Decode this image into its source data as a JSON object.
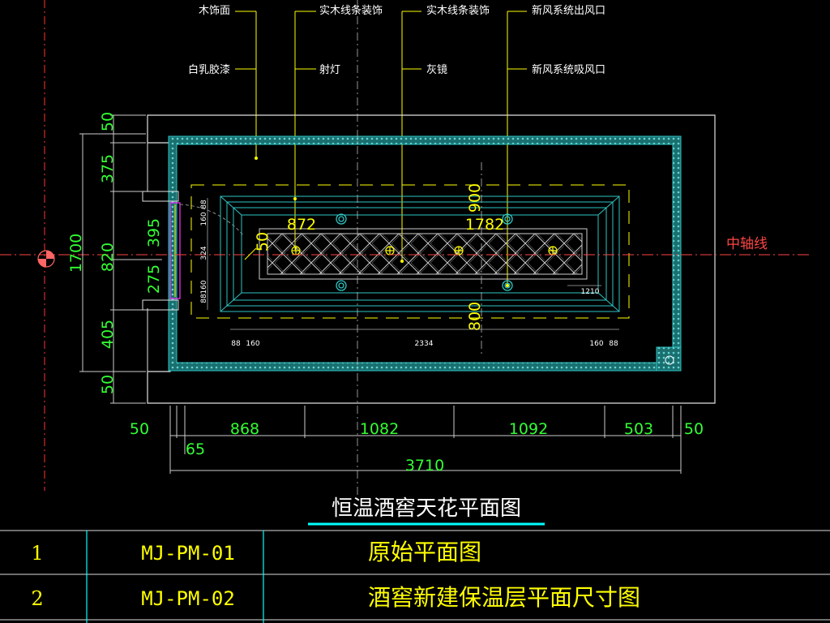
{
  "drawing": {
    "title": "恒温酒窖天花平面图",
    "axis_label": "中轴线",
    "callouts_top": [
      "木饰面",
      "实木线条装饰",
      "实木线条装饰",
      "新风系统出风口"
    ],
    "callouts_second": [
      "白乳胶漆",
      "射灯",
      "灰镜",
      "新风系统吸风口"
    ],
    "dims_left": [
      "50",
      "375",
      "395",
      "275",
      "405",
      "50"
    ],
    "dim_left_total": "1700",
    "dim_left_middle": "820",
    "dims_bottom": [
      "50",
      "868",
      "1082",
      "1092",
      "503",
      "50"
    ],
    "dim_bottom_small": "65",
    "dim_bottom_total": "3710",
    "dims_inner_yellow": [
      "872",
      "1782",
      "900",
      "800",
      "50"
    ],
    "dims_inner_white": [
      "88",
      "160",
      "2334",
      "160",
      "88",
      "1210",
      "324",
      "160",
      "88",
      "160",
      "88"
    ]
  },
  "table": {
    "rows": [
      {
        "no": "1",
        "code": "MJ-PM-01",
        "name": "原始平面图"
      },
      {
        "no": "2",
        "code": "MJ-PM-02",
        "name": "酒窖新建保温层平面尺寸图"
      }
    ]
  },
  "colors": {
    "background": "#000000",
    "dimension_green": "#33ff33",
    "leader_yellow": "#ffff00",
    "wall_cyan": "#2ec4c4",
    "axis_red": "#ff4444",
    "table_text": "#ffff00",
    "title_underline": "#00ffff"
  }
}
